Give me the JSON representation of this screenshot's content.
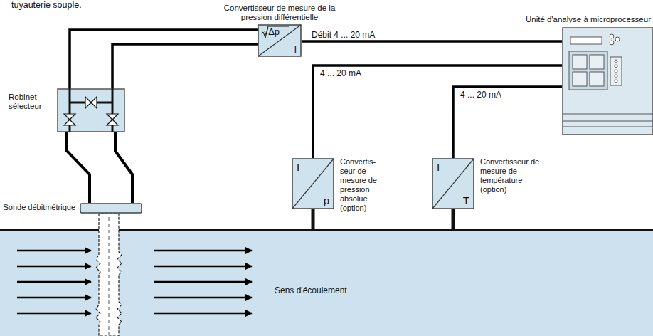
{
  "diagram": {
    "nodes": [
      {
        "text": [
          "Convertisseur de mesure de la pression différentielle",
          "√Δp",
          "I"
        ]
      },
      {
        "text": [
          "Unité d'analyse à microprocesseur"
        ]
      },
      {
        "text": [
          "Robinet sélecteur"
        ]
      },
      {
        "text": [
          "I",
          "p",
          "Convertis- seur de mesure de pression absolue (option)"
        ]
      },
      {
        "text": [
          "I",
          "T",
          "Convertisseur de mesure de température (option)"
        ]
      },
      {
        "text": [
          "Sonde débitmétrique"
        ]
      }
    ],
    "edges": [
      {
        "from": 2,
        "to": 0,
        "arrow": "none"
      },
      {
        "from": 2,
        "to": 0,
        "arrow": "none"
      },
      {
        "from": 0,
        "to": 1,
        "label": "Débit 4 ... 20 mA",
        "arrow": "none"
      },
      {
        "from": 3,
        "to": 1,
        "label": "4 ... 20 mA",
        "arrow": "none"
      },
      {
        "from": 4,
        "to": 1,
        "label": "4 ... 20 mA",
        "arrow": "none"
      },
      {
        "from": 5,
        "to": 2,
        "arrow": "none"
      },
      {
        "from": 5,
        "to": 2,
        "arrow": "none"
      }
    ],
    "labels": [
      "tuyauterie souple.",
      "Sens d'écoulement"
    ]
  }
}
